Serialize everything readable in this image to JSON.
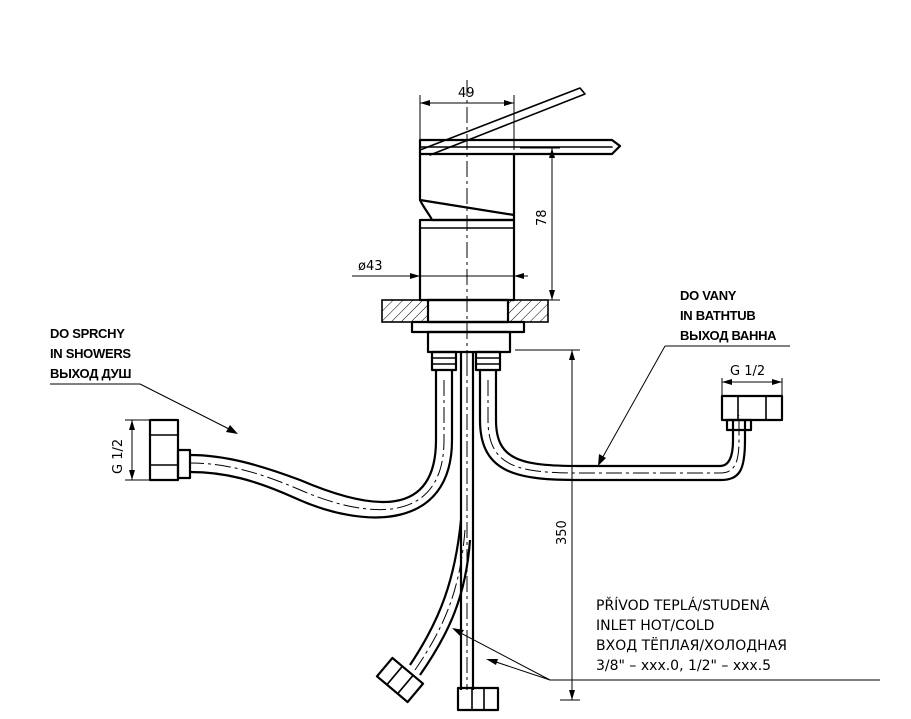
{
  "dimensions": {
    "width_label": "49",
    "height_label": "78",
    "diameter_label": "ø43",
    "hose_length_label": "350"
  },
  "labels": {
    "shower": [
      "DO SPRCHY",
      "IN SHOWERS",
      "ВЫХОД ДУШ"
    ],
    "bathtub": [
      "DO VANY",
      "IN BATHTUB",
      "ВЫХОД ВАННА"
    ],
    "shower_thread": "G 1/2",
    "bathtub_thread": "G 1/2",
    "inlet": [
      "PŘÍVOD TEPLÁ/STUDENÁ",
      "INLET HOT/COLD",
      "ВХОД ТЁПЛАЯ/ХОЛОДНАЯ",
      "3/8\" – xxx.0, 1/2\" – xxx.5"
    ]
  }
}
